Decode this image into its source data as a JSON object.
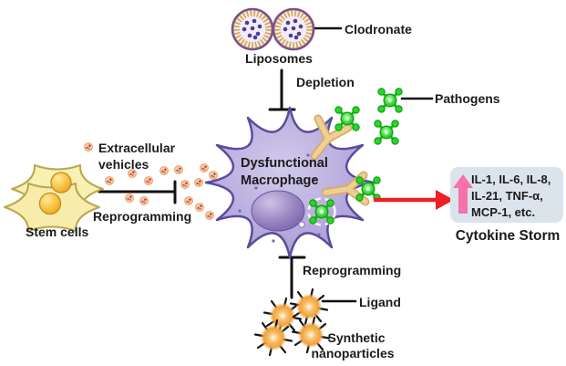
{
  "diagram": {
    "liposomes": {
      "label": "Liposomes",
      "cargo_label": "Clodronate"
    },
    "depletion": {
      "label": "Depletion"
    },
    "pathogens": {
      "label": "Pathogens"
    },
    "macrophage": {
      "name_line1": "Dysfunctional",
      "name_line2": "Macrophage"
    },
    "stem_cells": {
      "label": "Stem cells",
      "vesicles_line1": "Extracellular",
      "vesicles_line2": "vehicles",
      "action_label": "Reprogramming"
    },
    "cytokine_storm": {
      "line1": "IL-1, IL-6, IL-8,",
      "line2": "IL-21, TNF-α,",
      "line3": "MCP-1, etc.",
      "caption": "Cytokine Storm"
    },
    "nanoparticles": {
      "action_label": "Reprogramming",
      "ligand_label": "Ligand",
      "label_line1": "Synthetic",
      "label_line2": "nanoparticles"
    },
    "colors": {
      "action_text_red": "#e3211c",
      "label_text_black": "#1b1b1b",
      "pathogen_green": "#2bd42b",
      "arrow_red": "#ec2024",
      "cytokine_box_bg": "#dbe4ec",
      "cytokine_arrow_pink": "#f572ab",
      "macrophage_purple": "#b1a5d8",
      "stem_cell_yellow": "#f8f0b6",
      "nanoparticle_orange": "#f2a23a",
      "liposome_gold": "#d7a843"
    }
  }
}
